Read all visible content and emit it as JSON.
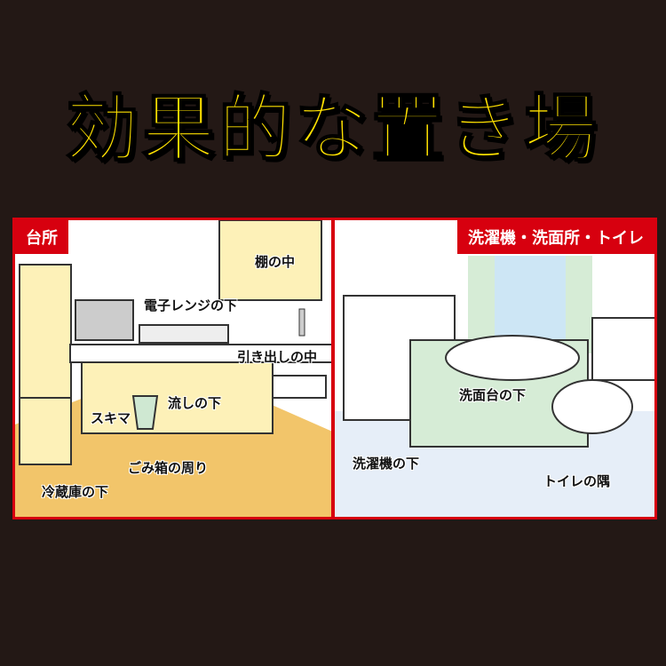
{
  "title": "効果的な置き場",
  "kitchen": {
    "tag": "台所",
    "labels": {
      "shelf": "棚の中",
      "microwave": "電子レンジの下",
      "drawer": "引き出しの中",
      "sink": "流しの下",
      "gap": "スキマ",
      "trash": "ごみ箱の周り",
      "fridge": "冷蔵庫の下"
    }
  },
  "bath": {
    "tag": "洗濯機・洗面所・トイレ",
    "labels": {
      "washbasin": "洗面台の下",
      "washer": "洗濯機の下",
      "toilet": "トイレの隅"
    }
  },
  "colors": {
    "background": "#231815",
    "title": "#ffe100",
    "accent": "#d7000f",
    "floor": "#f2c56a",
    "cabinet": "#fdf1b8",
    "bathFloor": "#e6eef8",
    "tile": "#d6ecd6"
  }
}
